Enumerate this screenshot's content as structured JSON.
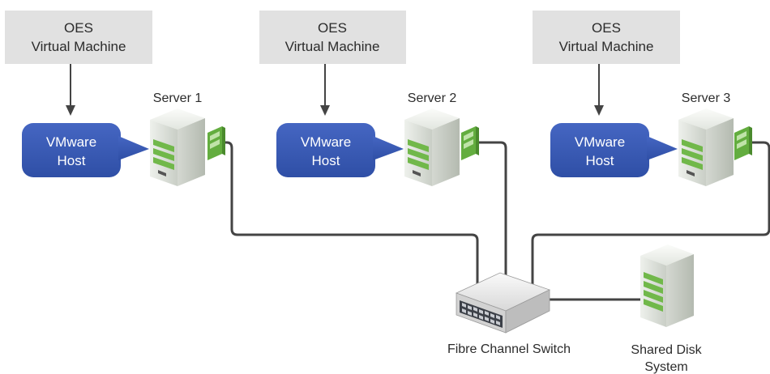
{
  "colors": {
    "vm_box": "#e1e1e1",
    "host_bubble": "#3b5cb5",
    "server_green": "#71b84a",
    "cable": "#444444",
    "text_dark": "#2b2b2b",
    "text_light": "#ffffff"
  },
  "icons": {
    "server": "server-tower-icon",
    "adapter": "fibre-channel-card-icon",
    "switch": "network-switch-icon",
    "disk": "disk-array-icon"
  },
  "nodes": [
    {
      "vm_line1": "OES",
      "vm_line2": "Virtual Machine",
      "host_line1": "VMware",
      "host_line2": "Host",
      "server_label": "Server 1"
    },
    {
      "vm_line1": "OES",
      "vm_line2": "Virtual Machine",
      "host_line1": "VMware",
      "host_line2": "Host",
      "server_label": "Server 2"
    },
    {
      "vm_line1": "OES",
      "vm_line2": "Virtual Machine",
      "host_line1": "VMware",
      "host_line2": "Host",
      "server_label": "Server 3"
    }
  ],
  "switch": {
    "label": "Fibre Channel Switch"
  },
  "storage": {
    "label_line1": "Shared Disk",
    "label_line2": "System"
  }
}
